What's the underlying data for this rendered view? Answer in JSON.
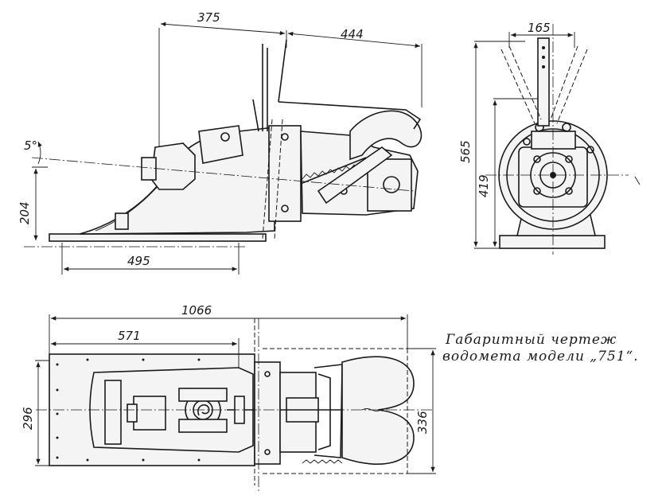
{
  "caption": {
    "line1": "Габаритный   чертеж",
    "line2": "водомета  модели  „751“."
  },
  "side_view": {
    "dim_375": "375",
    "dim_444": "444",
    "dim_5deg": "5°",
    "dim_204": "204",
    "dim_495": "495"
  },
  "front_view": {
    "dim_165": "165",
    "dim_565": "565",
    "dim_419": "419"
  },
  "plan_view": {
    "dim_1066": "1066",
    "dim_571": "571",
    "dim_296": "296",
    "dim_336": "336"
  }
}
